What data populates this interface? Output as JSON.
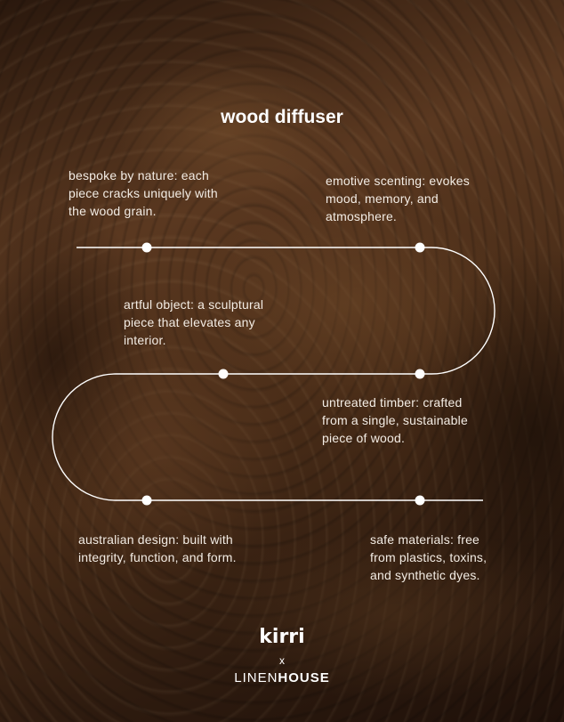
{
  "title": "wood diffuser",
  "features": {
    "bespoke": "bespoke by nature: each piece cracks uniquely with the wood grain.",
    "emotive": "emotive scenting: evokes mood, memory, and atmosphere.",
    "artful": "artful object: a sculptural piece that elevates any interior.",
    "untreated": "untreated timber: crafted from a single, sustainable piece of wood.",
    "australian": "australian design: built with integrity, function, and form.",
    "safe": "safe materials: free from plastics, toxins, and synthetic dyes."
  },
  "brand": {
    "kirri": "kirri",
    "x": "x",
    "linen": "LINEN",
    "house": "HOUSE"
  },
  "colors": {
    "line": "#ffffff",
    "text": "#f3ece4",
    "background": "#3a2416"
  }
}
